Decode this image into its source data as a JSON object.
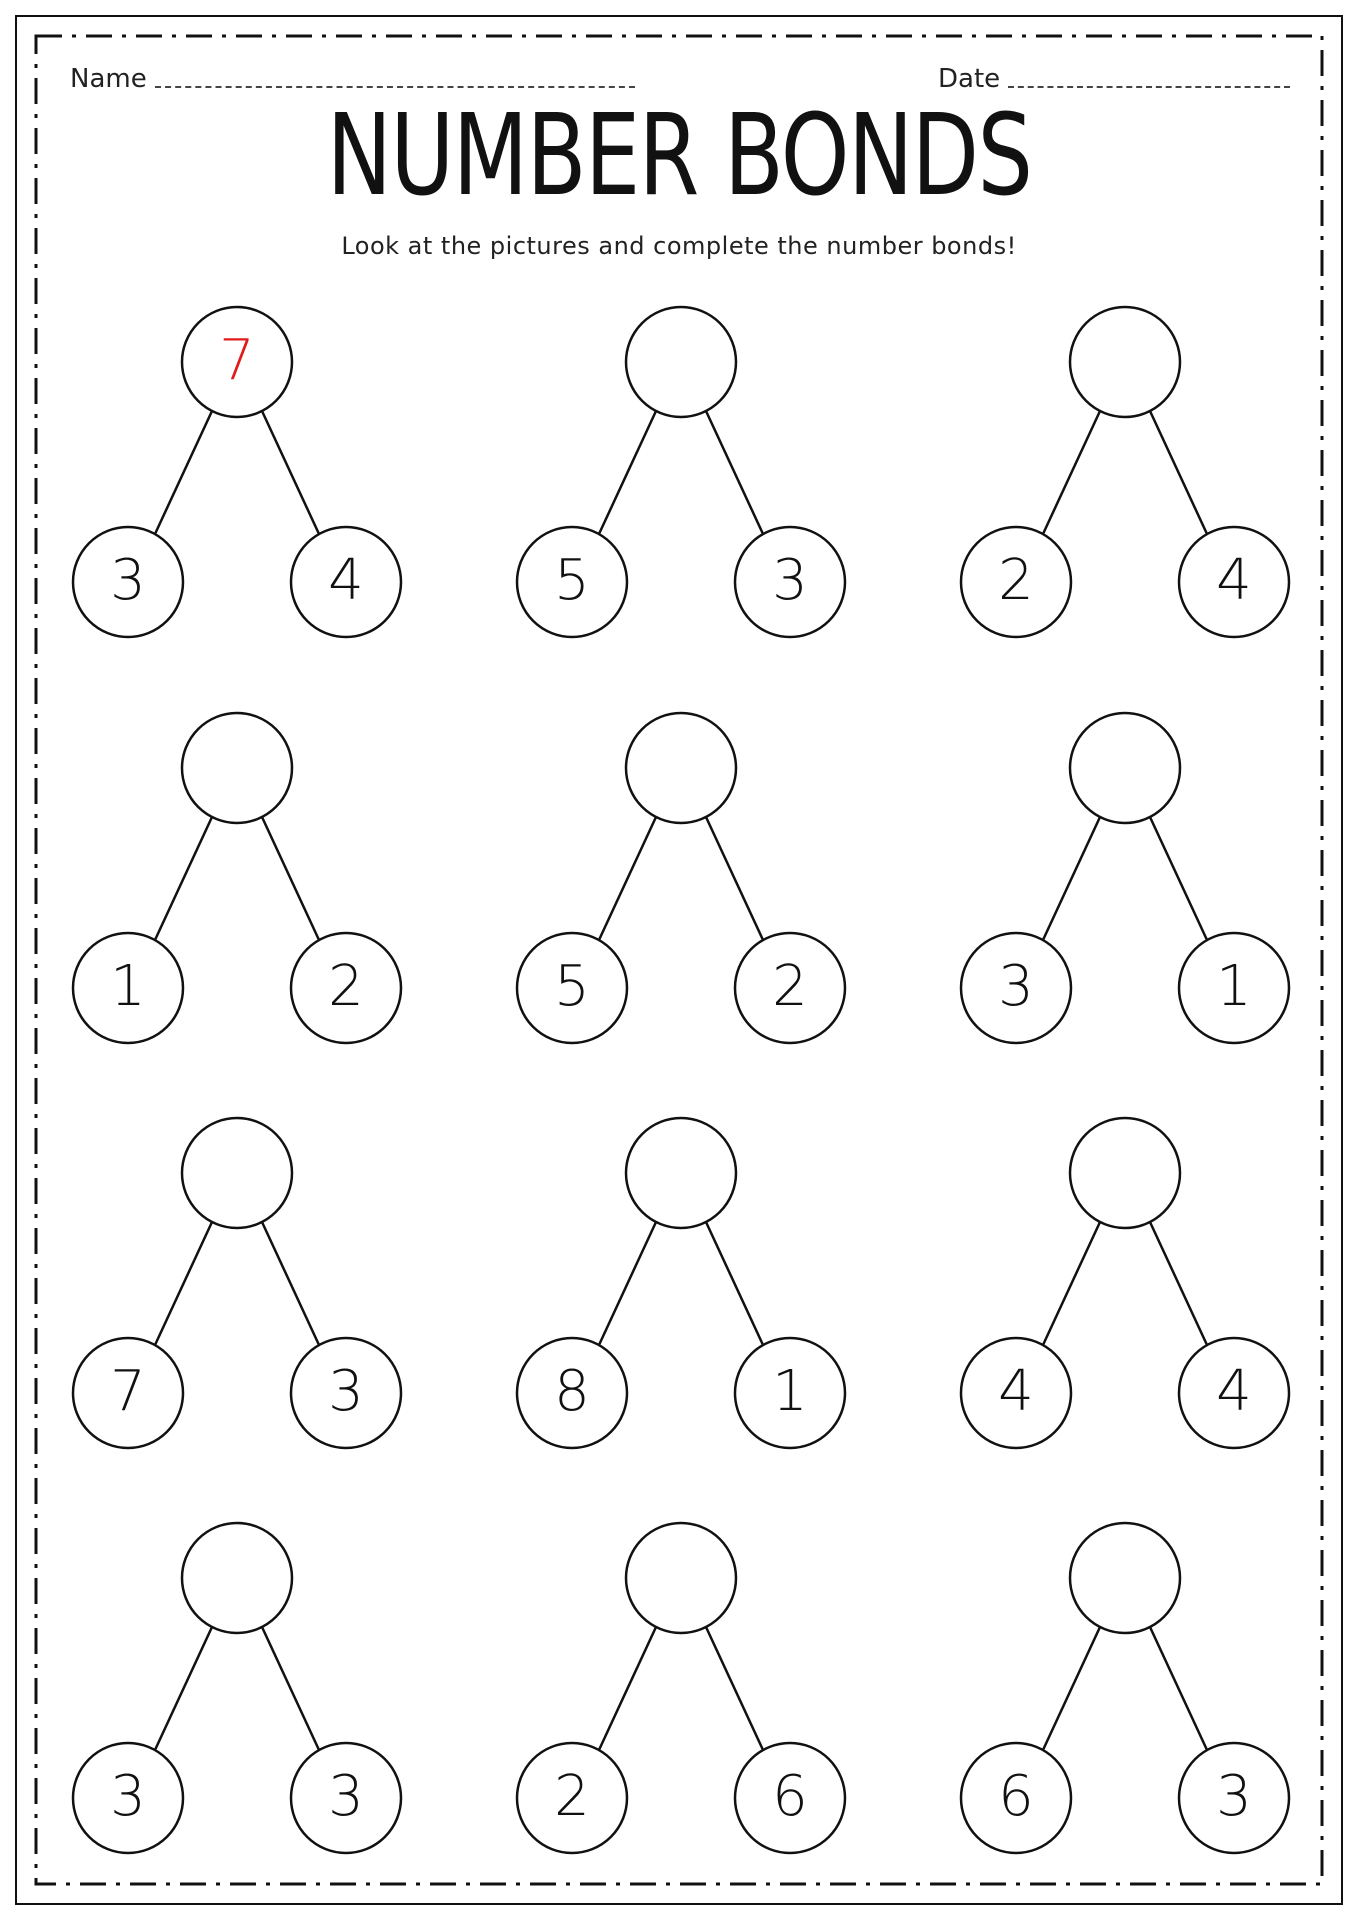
{
  "header": {
    "name_label": "Name",
    "date_label": "Date"
  },
  "title": "NUMBER BONDS",
  "instructions": "Look at the pictures and complete the number bonds!",
  "colors": {
    "ink": "#111111",
    "example_answer": "#e01b1b"
  },
  "bonds": [
    {
      "whole": "7",
      "left": "3",
      "right": "4"
    },
    {
      "whole": "",
      "left": "5",
      "right": "3"
    },
    {
      "whole": "",
      "left": "2",
      "right": "4"
    },
    {
      "whole": "",
      "left": "1",
      "right": "2"
    },
    {
      "whole": "",
      "left": "5",
      "right": "2"
    },
    {
      "whole": "",
      "left": "3",
      "right": "1"
    },
    {
      "whole": "",
      "left": "7",
      "right": "3"
    },
    {
      "whole": "",
      "left": "8",
      "right": "1"
    },
    {
      "whole": "",
      "left": "4",
      "right": "4"
    },
    {
      "whole": "",
      "left": "3",
      "right": "3"
    },
    {
      "whole": "",
      "left": "2",
      "right": "6"
    },
    {
      "whole": "",
      "left": "6",
      "right": "3"
    }
  ]
}
